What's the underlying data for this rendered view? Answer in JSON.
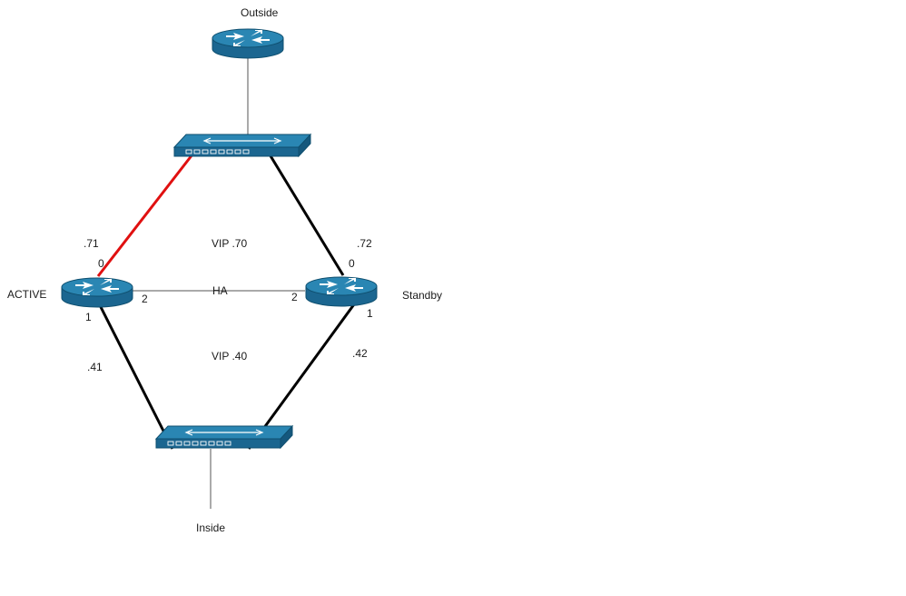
{
  "labels": {
    "outside": "Outside",
    "inside": "Inside",
    "active": "ACTIVE",
    "standby": "Standby",
    "vip_top": "VIP .70",
    "vip_bottom": "VIP .40",
    "ha": "HA",
    "ip_71": ".71",
    "ip_72": ".72",
    "ip_41": ".41",
    "ip_42": ".42",
    "active_port_0": "0",
    "active_port_1": "1",
    "active_port_2": "2",
    "standby_port_0": "0",
    "standby_port_1": "1",
    "standby_port_2": "2"
  },
  "colors": {
    "device": "#1f6f99",
    "device_top": "#2a86b3",
    "device_edge": "#0f4f6f",
    "active_link": "#e01010",
    "link": "#000000",
    "thin_link": "#555555"
  },
  "icons": {
    "router": "router-icon",
    "switch": "switch-icon"
  }
}
